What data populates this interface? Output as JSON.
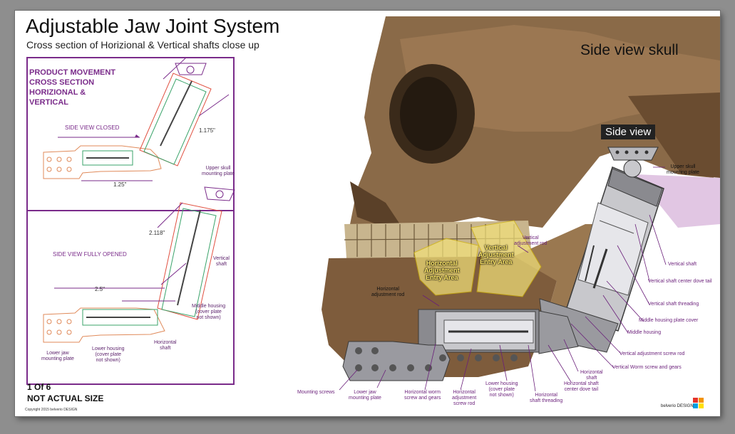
{
  "header": {
    "title": "Adjustable Jaw Joint System",
    "subtitle": "Cross section of Horizional & Vertical shafts close up"
  },
  "left_panel": {
    "heading_lines": [
      "PRODUCT MOVEMENT",
      "CROSS SECTION",
      "HORIZIONAL &",
      "VERTICAL"
    ],
    "closed_label": "SIDE VIEW CLOSED",
    "opened_label": "SIDE VIEW FULLY OPENED",
    "dims": {
      "d1": "1.175\"",
      "d2": "1.25\"",
      "d3": "2.118\"",
      "d4": "2.5\""
    },
    "labels": {
      "upper_plate": "Upper skull\nmounting plate",
      "vertical_shaft": "Vertical\nshaft",
      "middle_housing": "Middle housing\n(cover plate\nnot shown)",
      "horizontal_shaft": "Horizontal\nshaft",
      "lower_plate": "Lower jaw\nmounting plate",
      "lower_housing": "Lower housing\n(cover plate\nnot shown)"
    }
  },
  "footer": {
    "page": "1 Of 6",
    "note": "NOT ACTUAL SIZE",
    "copyright": "Copyright 2015 belverio DESIGN",
    "brand": "belverio DESIGN"
  },
  "main": {
    "title": "Side view skull",
    "badge": "Side view",
    "entry_h": "Horizontal\nAdjustment\nEntry Area",
    "entry_v": "Vertical\nAdjustment\nEntry Area",
    "callouts": {
      "upper_plate": "Upper skull\nmounting plate",
      "vertical_rod": "Vertical\nadjustment rod",
      "horizontal_rod": "Horizontal\nadjustment rod",
      "vertical_shaft": "Vertical shaft",
      "dove_tail": "Vertical shaft center dove tail",
      "v_threading": "Vertical shaft threading",
      "mh_cover": "Middle housing plate cover",
      "middle_housing": "Middle housing",
      "v_screw_rod": "Vertical adjustment screw rod",
      "v_worm": "Vertical Worm screw and gears",
      "h_shaft": "Horizontal\nshaft",
      "h_dove": "Horizontal shaft\ncenter dove tail",
      "h_threading": "Horizontal\nshaft threading",
      "lower_housing": "Lower housing\n(cover plate\nnot shown)",
      "h_screw_rod": "Horizontal\nadjustment\nscrew rod",
      "h_worm": "Horizontal worm\nscrew and gears",
      "lower_plate": "Lower jaw\nmounting plate",
      "mounting_screws": "Mounting screws"
    }
  },
  "colors": {
    "purple": "#7a2b8a",
    "accent_yellow": "#ffe86a",
    "skull": "#7a5a3a",
    "metal": "#9a9a9a"
  }
}
